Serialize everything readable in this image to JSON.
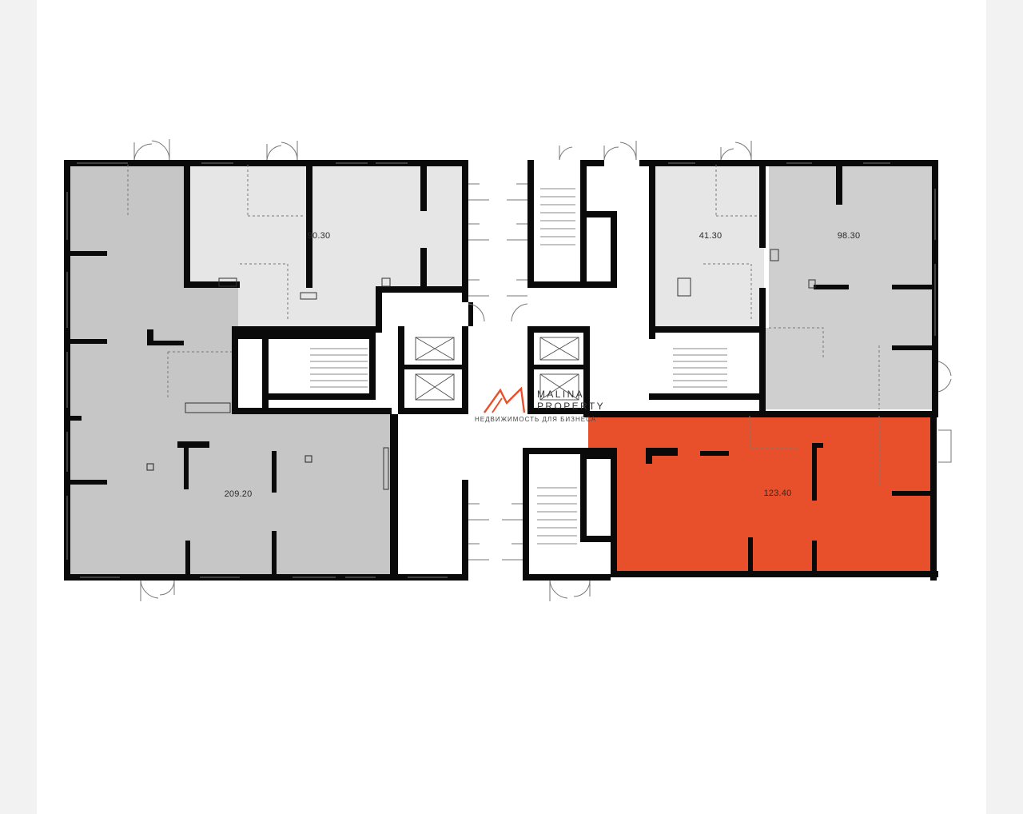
{
  "units": [
    {
      "id": "u209",
      "label": "209.20",
      "status": "available"
    },
    {
      "id": "u90",
      "label": "90.30",
      "status": "available"
    },
    {
      "id": "u41",
      "label": "41.30",
      "status": "available"
    },
    {
      "id": "u98",
      "label": "98.30",
      "status": "available"
    },
    {
      "id": "u123",
      "label": "123.40",
      "status": "selected"
    }
  ],
  "colors": {
    "selected": "#e8502c",
    "shade_dark": "#c6c6c6",
    "shade_mid": "#cfcfcf",
    "shade_light": "#e6e6e6",
    "wall": "#0a0a0a",
    "page": "#ffffff"
  },
  "logo": {
    "name": "MALINA",
    "name_line2": "PROPERTY",
    "tagline": "НЕДВИЖИМОСТЬ ДЛЯ БИЗНЕСА",
    "mark_icon": "malina-m-icon"
  }
}
